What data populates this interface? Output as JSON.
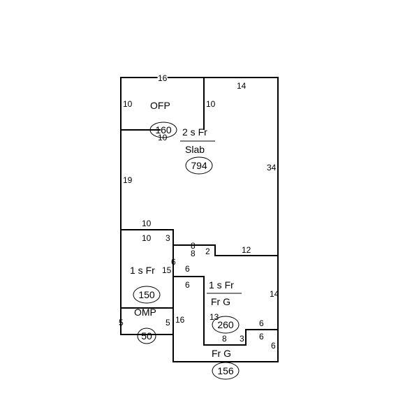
{
  "labels": {
    "ofp": "OFP",
    "upper_type": "2 s Fr",
    "upper_base": "Slab",
    "lower_type": "1 s Fr",
    "omp": "OMP",
    "garage_type": "1 s Fr",
    "garage_base": "Fr G",
    "fr_g": "Fr G"
  },
  "areas": {
    "ofp": "160",
    "main": "794",
    "lower": "150",
    "omp": "50",
    "garage": "260",
    "fr_g": "156"
  },
  "dimensions": {
    "top_left": "16",
    "top_right": "14",
    "ofp_left": "10",
    "ofp_right": "10",
    "under_ofp": "10",
    "right_upper": "34",
    "left_upper": "19",
    "step_top": "10",
    "step_under": "10",
    "step_vert": "3",
    "notch_top": "8",
    "notch_under": "8",
    "notch_vert": "2",
    "ledge": "12",
    "inner_6": "6",
    "inner_15": "15",
    "shelf_top": "6",
    "shelf_under": "6",
    "right_lower": "14",
    "garage_13": "13",
    "garage_8": "8",
    "garage_3": "3",
    "step_r_top": "6",
    "step_r_under": "6",
    "right_bottom": "6",
    "omp_left": "5",
    "omp_right": "5",
    "vert_16": "16"
  }
}
